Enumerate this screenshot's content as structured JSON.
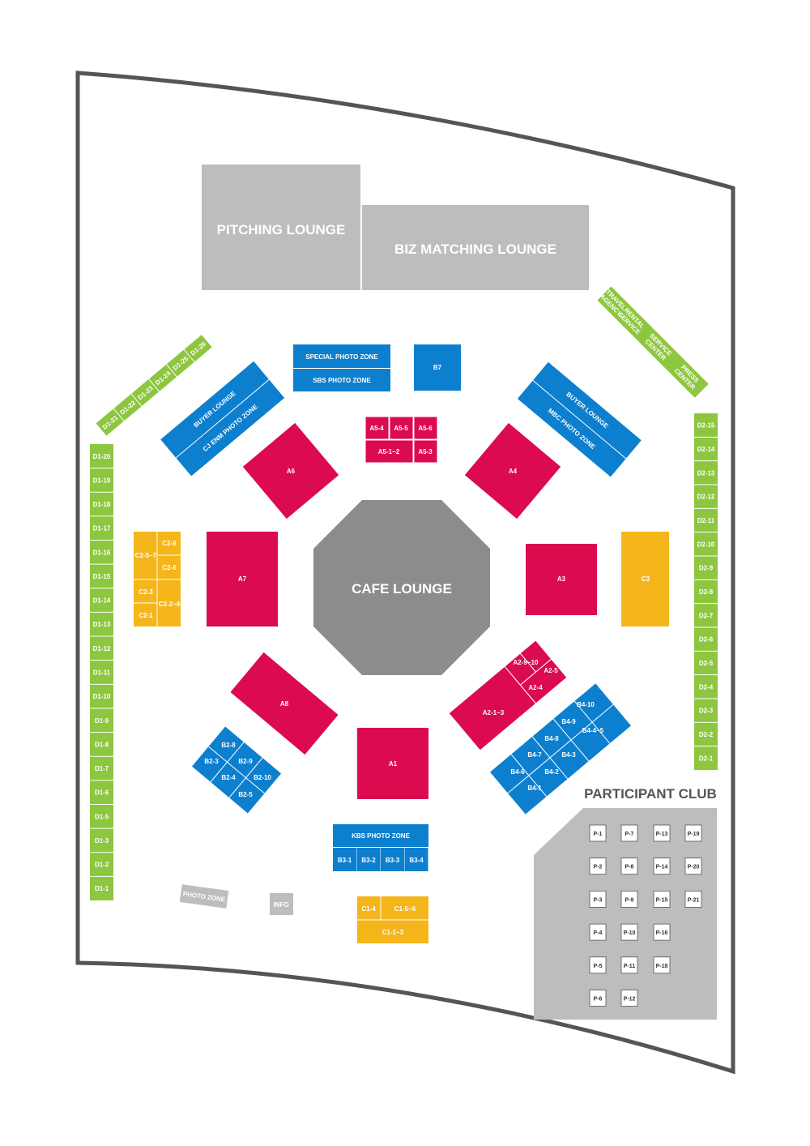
{
  "colors": {
    "green": "#8dc63f",
    "blue": "#0d7fcf",
    "red": "#dc0a4f",
    "yellow": "#f5b61c",
    "gray": "#bdbdbd",
    "dark_gray": "#8c8c8c",
    "outline": "#555555"
  },
  "lounges": {
    "pitching": "PITCHING LOUNGE",
    "biz": "BIZ MATCHING LOUNGE",
    "cafe": "CAFE LOUNGE"
  },
  "d1_top": [
    "D1-26",
    "D1-25",
    "D1-24",
    "D1-23",
    "D1-22",
    "D1-21"
  ],
  "d1_left": [
    "D1-20",
    "D1-19",
    "D1-18",
    "D1-17",
    "D1-16",
    "D1-15",
    "D1-14",
    "D1-13",
    "D1-12",
    "D1-11",
    "D1-10",
    "D1-9",
    "D1-8",
    "D1-7",
    "D1-6",
    "D1-5",
    "D1-3",
    "D1-2",
    "D1-1"
  ],
  "d2": [
    "D2-15",
    "D2-14",
    "D2-13",
    "D2-12",
    "D2-11",
    "D2-10",
    "D2-9",
    "D2-8",
    "D2-7",
    "D2-6",
    "D2-5",
    "D2-4",
    "D2-3",
    "D2-2",
    "D2-1"
  ],
  "services": {
    "travel_1": "TRAVEL",
    "travel_2": "AGENCY",
    "rental_1": "RENTAL",
    "rental_2": "SERVICE",
    "service_1": "SERVICE",
    "service_2": "CENTER",
    "press_1": "PRESS",
    "press_2": "CENTER"
  },
  "blue": {
    "special_photo": "SPECIAL PHOTO ZONE",
    "sbs_photo": "SBS PHOTO ZONE",
    "b7": "B7",
    "buyer_left": "BUYER LOUNGE",
    "cj_enm": "CJ ENM PHOTO ZONE",
    "buyer_right": "BUYER LOUNGE",
    "mbc_photo": "MBC PHOTO ZONE",
    "kbs_photo": "KBS PHOTO ZONE",
    "b3": [
      "B3-1",
      "B3-2",
      "B3-3",
      "B3-4"
    ],
    "b2": {
      "b2_8": "B2-8",
      "b2_3": "B2-3",
      "b2_9": "B2-9",
      "b2_4": "B2-4",
      "b2_10": "B2-10",
      "b2_5": "B2-5"
    },
    "b4": {
      "b4_10": "B4-10",
      "b4_9": "B4-9",
      "b4_8": "B4-8",
      "b4_4_5": "B4-4~5",
      "b4_7": "B4-7",
      "b4_3": "B4-3",
      "b4_6": "B4-6",
      "b4_2": "B4-2",
      "b4_1": "B4-1"
    }
  },
  "red": {
    "a1": "A1",
    "a3": "A3",
    "a4": "A4",
    "a6": "A6",
    "a7": "A7",
    "a8": "A8",
    "a5_4": "A5-4",
    "a5_5": "A5-5",
    "a5_6": "A5-6",
    "a5_1_2": "A5-1~2",
    "a5_3": "A5-3",
    "a2_9_10": "A2-9~10",
    "a2_5": "A2-5",
    "a2_4": "A2-4",
    "a2_1_3": "A2-1~3"
  },
  "yellow": {
    "c2_8": "C2-8",
    "c2_5_7": "C2-5~7",
    "c2_6": "C2-6",
    "c2_3": "C2-3",
    "c2_2_4": "C2-2~4",
    "c2_1": "C2-1",
    "c3": "C3",
    "c1_4": "C1-4",
    "c1_5_6": "C1-5~6",
    "c1_1_3": "C1-1~3"
  },
  "misc": {
    "photo_zone": "PHOTO ZONE",
    "info": "INFO"
  },
  "participant_club": {
    "title": "PARTICIPANT CLUB",
    "col1": [
      "P-1",
      "P-2",
      "P-3",
      "P-4",
      "P-5",
      "P-6"
    ],
    "col2": [
      "P-7",
      "P-8",
      "P-9",
      "P-10",
      "P-11",
      "P-12"
    ],
    "col3": [
      "P-13",
      "P-14",
      "P-15",
      "P-16",
      "P-18"
    ],
    "col4": [
      "P-19",
      "P-20",
      "P-21"
    ]
  }
}
